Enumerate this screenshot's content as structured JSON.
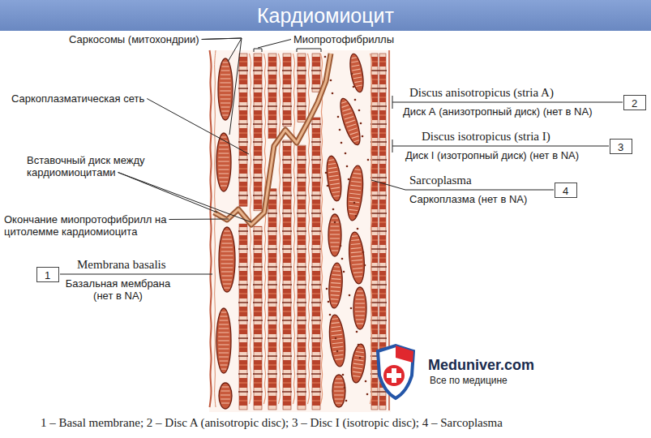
{
  "diagram": {
    "title": "Кардиомиоцит",
    "caption": "1 – Basal membrane; 2 – Disc A (anisotropic disc); 3 – Disc I (isotropic disc); 4 – Sarcoplasma",
    "nodes": [
      {
        "text": [
          "2"
        ]
      },
      {
        "text": [
          "3"
        ]
      },
      {
        "text": [
          "4"
        ]
      },
      {
        "text": [
          "1"
        ]
      }
    ],
    "labels": [
      "Саркосомы (митохондрии)",
      "Миопротофибриллы",
      "Саркоплазматическая сеть",
      "Вставочный диск между кардиомиоцитами",
      "Окончание миопротофибрилл на цитолемме кардиомиоцита",
      "Membrana basalis",
      "Базальная мембрана (нет в NA)",
      "Discus anisotropicus (stria A)",
      "Диск А (анизотропный диск) (нет в NA)",
      "Discus isotropicus (stria I)",
      "Диск I (изотропный диск) (нет в NA)",
      "Sarcoplasma",
      "Саркоплазма (нет в NA)",
      "Meduniver.com",
      "Все по медицине"
    ]
  }
}
